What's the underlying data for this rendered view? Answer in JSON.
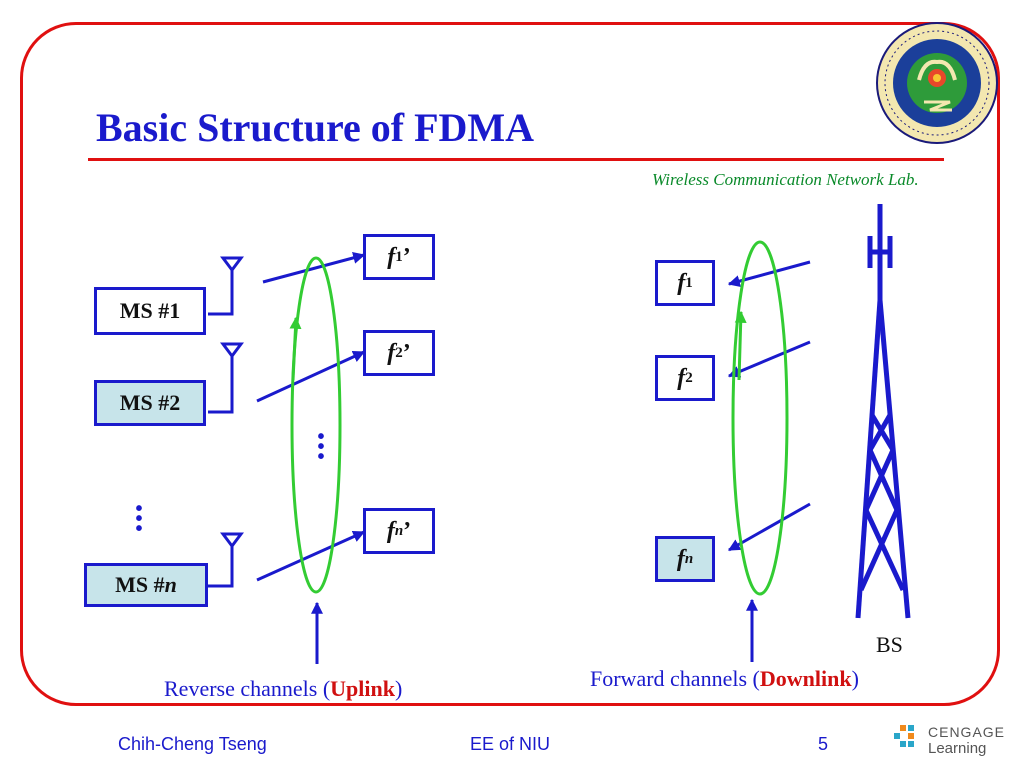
{
  "title": "Basic Structure of FDMA",
  "lab_name": "Wireless Communication Network Lab.",
  "uplink": {
    "stations": [
      {
        "label": "MS #1",
        "sub": ""
      },
      {
        "label": "MS #",
        "sub": "n"
      }
    ],
    "station2": "MS #2",
    "channels": [
      {
        "f": "f",
        "sub": "1",
        "prime": "’"
      },
      {
        "f": "f",
        "sub": "2",
        "prime": "’"
      },
      {
        "f": "f",
        "sub": "n",
        "prime": "’"
      }
    ],
    "caption_pre": "Reverse channels (",
    "caption_hl": "Uplink",
    "caption_post": ")"
  },
  "downlink": {
    "channels": [
      {
        "f": "f",
        "sub": "1"
      },
      {
        "f": "f",
        "sub": "2"
      },
      {
        "f": "f",
        "sub": "n"
      }
    ],
    "caption_pre": "Forward channels (",
    "caption_hl": "Downlink",
    "caption_post": ")",
    "base_station": "BS"
  },
  "footer": {
    "author": "Chih-Cheng Tseng",
    "department": "EE of NIU",
    "page": "5",
    "publisher_top": "CENGAGE",
    "publisher_bottom": "Learning"
  },
  "colors": {
    "frame": "#e01010",
    "blue": "#1a1acc",
    "green": "#33cc33",
    "lab_green": "#0a8a2a",
    "fill_light": "#c7e4ea"
  },
  "icons": [
    "university-seal-icon",
    "antenna-icon",
    "bs-tower-icon",
    "cengage-logo-icon"
  ]
}
